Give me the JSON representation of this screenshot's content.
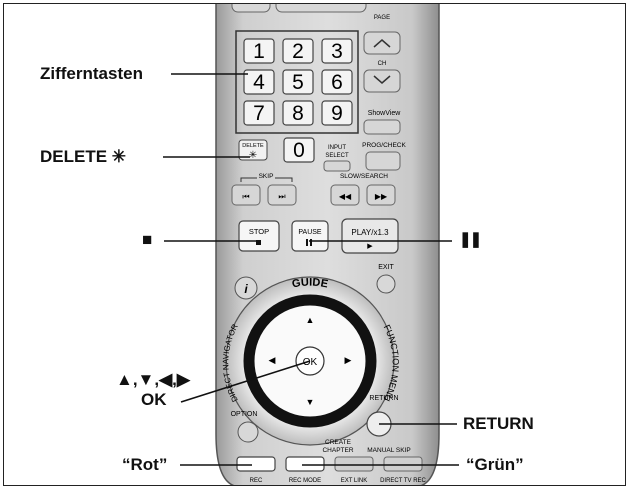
{
  "callouts": {
    "ziffern": "Zifferntasten",
    "delete": "DELETE ✳",
    "stop_symbol": "■",
    "pause_symbol": "❚❚",
    "arrows": "▲,▼,◀,▶",
    "ok": "OK",
    "return": "RETURN",
    "rot": "“Rot”",
    "gruen": "“Grün”"
  },
  "remote": {
    "digits": [
      "1",
      "2",
      "3",
      "4",
      "5",
      "6",
      "7",
      "8",
      "9"
    ],
    "zero": "0",
    "delete_label": "DELETE",
    "delete_symbol": "✳",
    "page_label": "PAGE",
    "ch_label": "CH",
    "showview": "ShowView",
    "input_select": [
      "INPUT",
      "SELECT"
    ],
    "prog_check": "PROG/CHECK",
    "skip": "SKIP",
    "slow_search": "SLOW/SEARCH",
    "stop": "STOP",
    "pause": "PAUSE",
    "play": "PLAY/x1.3",
    "exit": "EXIT",
    "info": "i",
    "guide": "GUIDE",
    "direct_nav": "DIRECT NAVIGATOR",
    "function_menu": "FUNCTION MENU",
    "ok": "OK",
    "option": "OPTION",
    "return": "RETURN",
    "create_chapter": [
      "CREATE",
      "CHAPTER"
    ],
    "manual_skip": "MANUAL SKIP",
    "rec": "REC",
    "rec_mode": "REC MODE",
    "ext_link": "EXT LINK",
    "direct_tv_rec": "DIRECT TV REC"
  }
}
